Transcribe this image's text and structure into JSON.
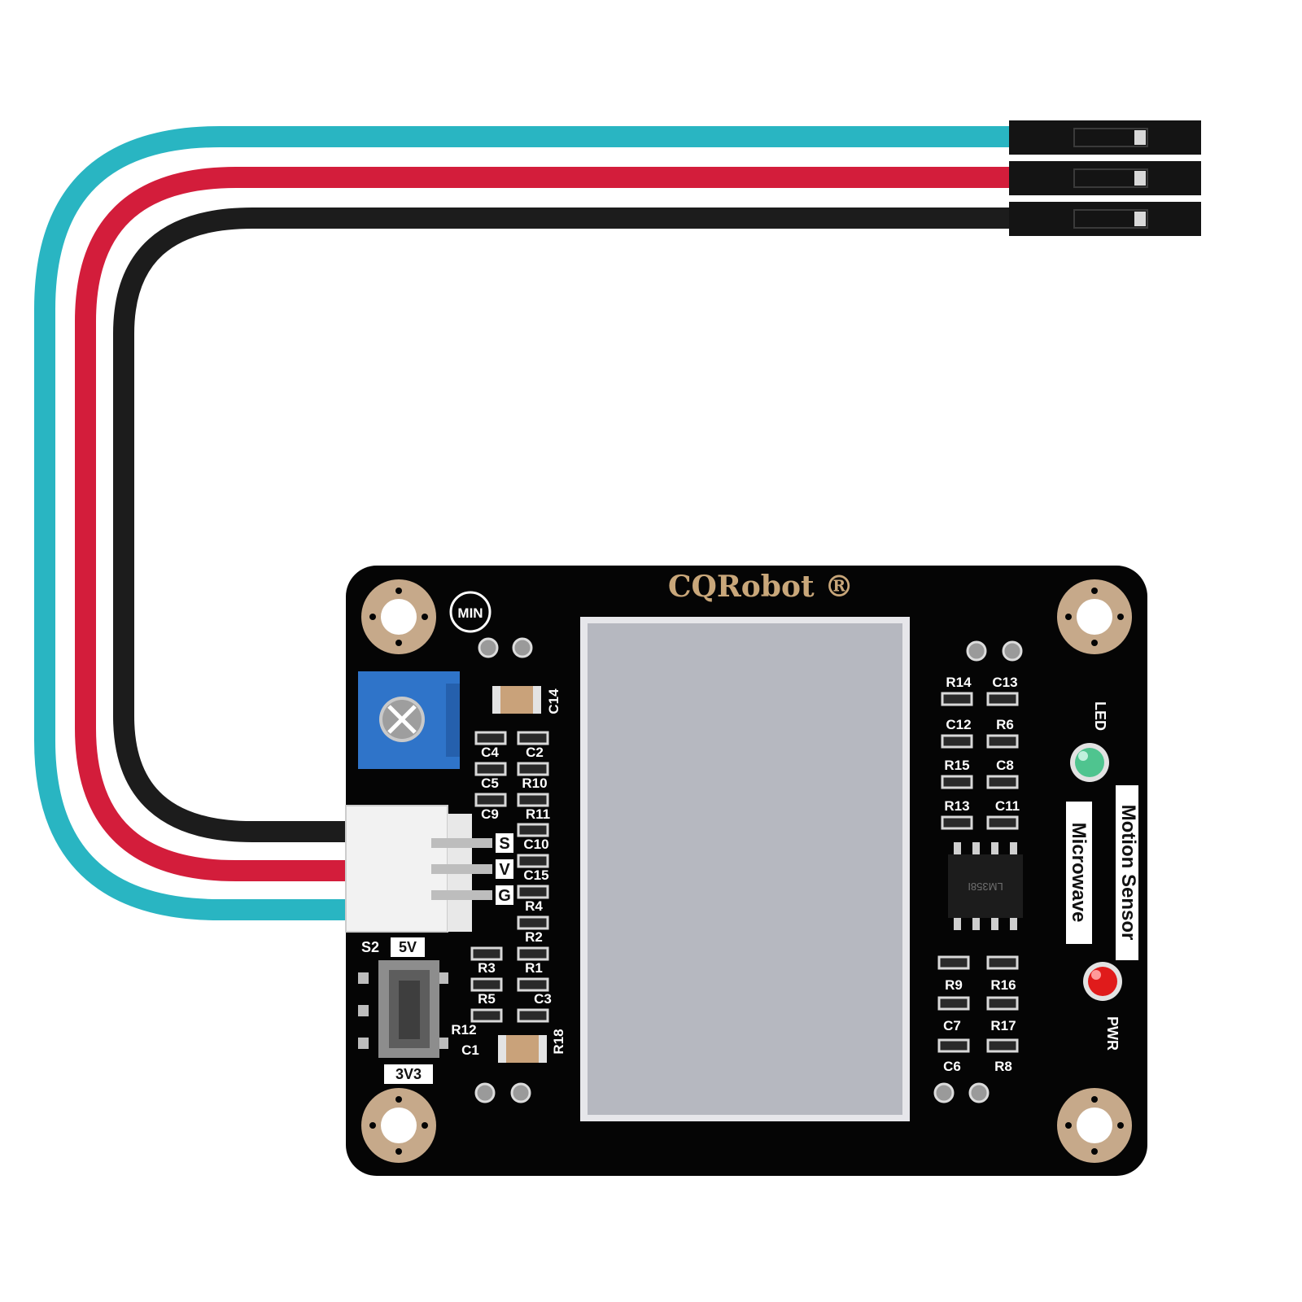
{
  "board": {
    "brand": "CQRobot ®",
    "knob_label": "MIN",
    "title_line1": "Motion Sensor",
    "title_line2": "Microwave",
    "led_label": "LED",
    "pwr_label": "PWR",
    "pins": [
      "S",
      "V",
      "G"
    ],
    "switch_label": "S2",
    "voltage_high": "5V",
    "voltage_low": "3V3",
    "left_components": [
      "C14",
      "C4",
      "C2",
      "C5",
      "R10",
      "C9",
      "R11",
      "C10",
      "C15",
      "R4",
      "R2",
      "R3",
      "R1",
      "R5",
      "C3",
      "R12",
      "C1",
      "R18"
    ],
    "right_components": [
      "R14",
      "C13",
      "C12",
      "R6",
      "R15",
      "C8",
      "R13",
      "C11",
      "R9",
      "R16",
      "C7",
      "R17",
      "C6",
      "R8"
    ],
    "ic_marking": "LM358I"
  },
  "wires": [
    {
      "color": "#29b5c2"
    },
    {
      "color": "#d31d3b"
    },
    {
      "color": "#1c1c1c"
    }
  ],
  "colors": {
    "pcb": "#050505",
    "pad": "#c6a98a",
    "antenna": "#b6b8c0",
    "pot": "#2f74c9",
    "connector": "#f2f2f2"
  }
}
